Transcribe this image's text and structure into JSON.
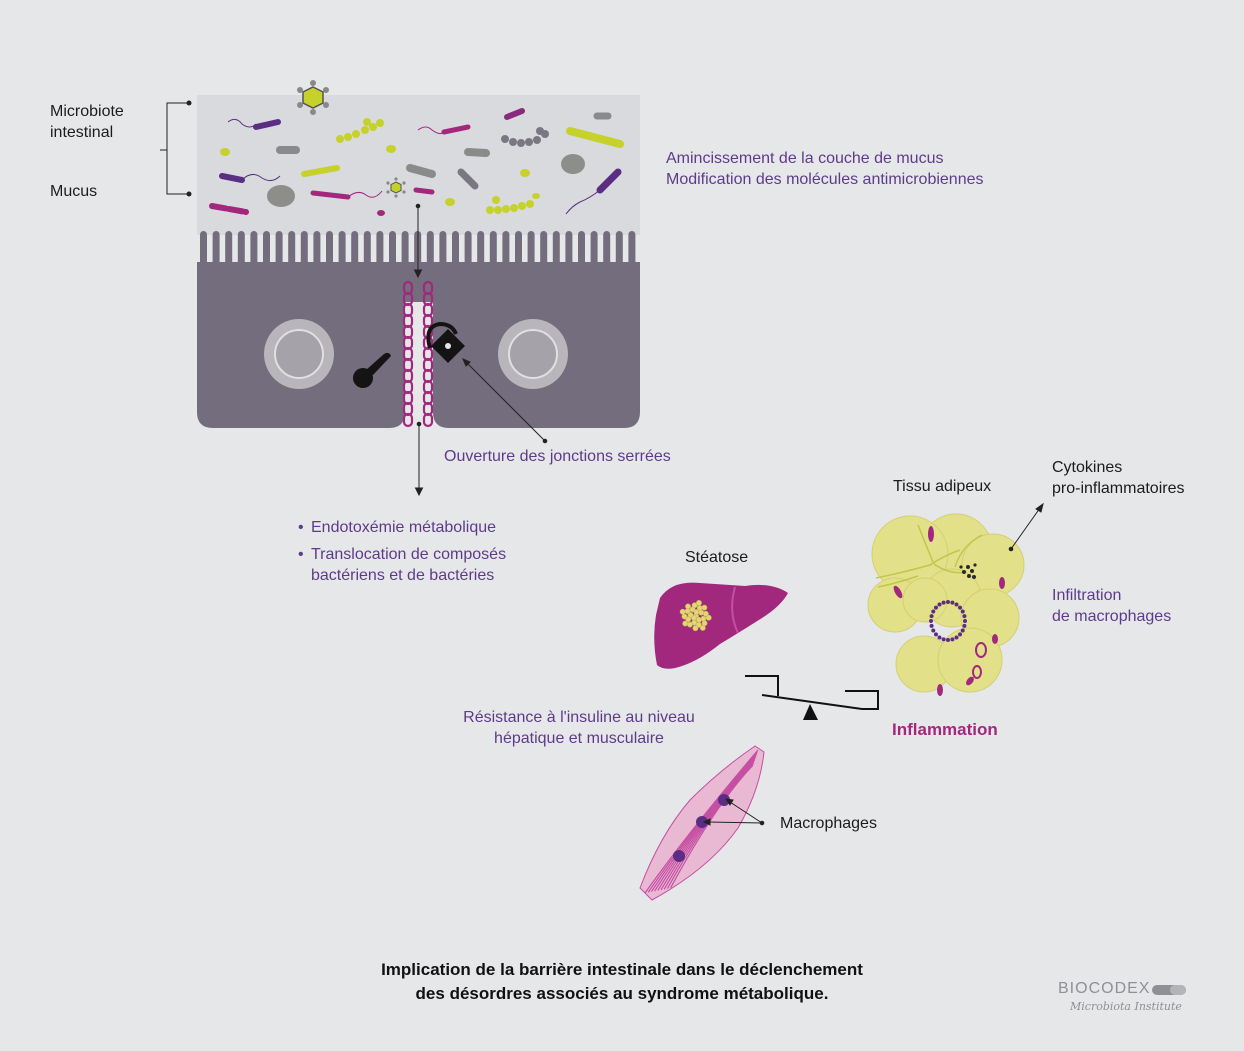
{
  "labels": {
    "microbiote": "Microbiote\nintestinal",
    "mucus": "Mucus",
    "mucus_changes": "Amincissement de la couche de mucus\nModification des molécules antimicrobiennes",
    "tight_junctions": "Ouverture des jonctions serrées",
    "steatose": "Stéatose",
    "tissu_adipeux": "Tissu adipeux",
    "cytokines": "Cytokines\npro-inflammatoires",
    "infiltration": "Infiltration\nde macrophages",
    "inflammation": "Inflammation",
    "insulin_resistance": "Résistance à l'insuline au niveau\nhépatique et musculaire",
    "macrophages": "Macrophages"
  },
  "bullets": [
    "Endotoxémie métabolique",
    "Translocation de composés\nbactériens et de bactéries"
  ],
  "caption": "Implication de la barrière intestinale dans le déclenchement\ndes désordres associés au syndrome métabolique.",
  "logo": {
    "brand": "BIOCODEX",
    "sub": "Microbiota Institute"
  },
  "colors": {
    "background": "#e6e7e9",
    "mucus": "#d8dadd",
    "epithelium": "#736d7d",
    "magenta": "#a2287d",
    "purple_text": "#5e3b8a",
    "yellow": "#e3e08a",
    "lime": "#c6d12c"
  }
}
